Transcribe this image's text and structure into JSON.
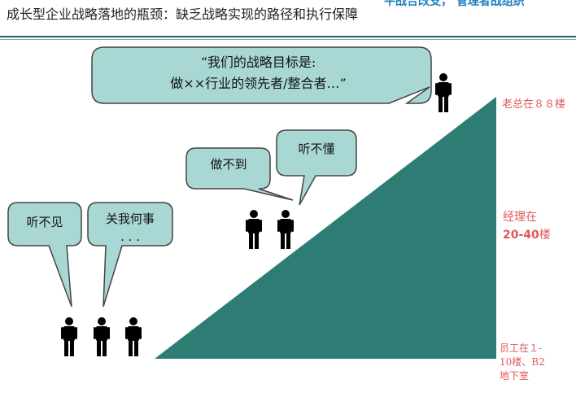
{
  "header": {
    "title": "成长型企业战略落地的瓶颈：缺乏战略实现的路径和执行保障",
    "corner_text": "平战合改支，  管理者战组织"
  },
  "bubbles": {
    "boss_line1": "“我们的战略目标是:",
    "boss_line2": "做××行业的领先者/整合者…”",
    "cannot_do": "做不到",
    "cannot_understand": "听不懂",
    "cannot_hear": "听不见",
    "not_my_business_line1": "关我何事",
    "not_my_business_line2": ". . ."
  },
  "levels": {
    "boss": "老总在８８楼",
    "manager_prefix": "经理在",
    "manager_floors": "20-40",
    "manager_suffix": "楼",
    "staff_line1": "员工在１-",
    "staff_line2": "10楼、B2",
    "staff_line3": "地下室"
  },
  "colors": {
    "triangle": "#2d7d75",
    "bubble_fill": "#a9d8d4",
    "label_red": "#e05858",
    "rule": "#1d6470"
  }
}
